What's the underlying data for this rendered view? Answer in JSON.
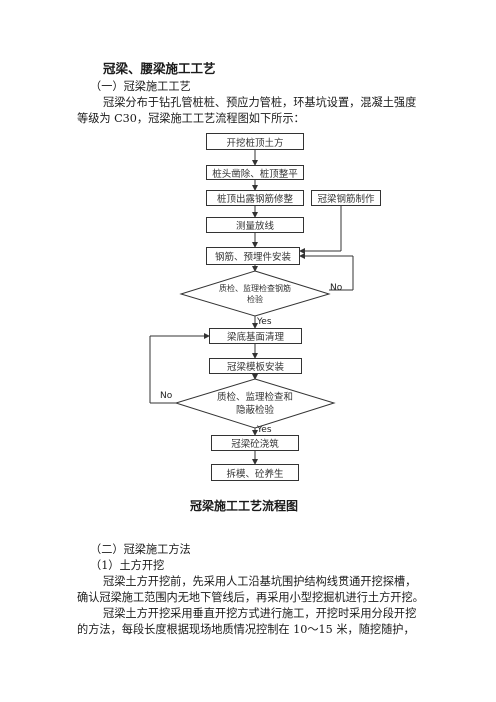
{
  "doc": {
    "heading": "冠梁、腰梁施工工艺",
    "sub1": "（一）冠梁施工工艺",
    "intro_l1": "冠梁分布于钻孔管桩桩、预应力管桩，环基坑设置，混凝土强度",
    "intro_l2": "等级为 C30，冠梁施工工艺流程图如下所示：",
    "caption": "冠梁施工工艺流程图",
    "sub2": "（二）冠梁施工方法",
    "sub2_1": "（1）土方开挖",
    "p1_l1": "冠梁土方开挖前，先采用人工沿基坑围护结构线贯通开挖探槽，",
    "p1_l2": "确认冠梁施工范围内无地下管线后，再采用小型挖掘机进行土方开挖。",
    "p2_l1": "冠梁土方开挖采用垂直开挖方式进行施工，开挖时采用分段开挖",
    "p2_l2": "的方法，每段长度根据现场地质情况控制在 10～15 米，随挖随护，"
  },
  "flow": {
    "s1": "开挖桩顶土方",
    "s2": "桩头凿除、桩顶整平",
    "s3": "桩顶出露钢筋修整",
    "s3b": "冠梁钢筋制作",
    "s4": "测量放线",
    "s5": "钢筋、预埋件安装",
    "d1_l1": "质检、监理检查钢筋",
    "d1_l2": "检验",
    "s6": "梁底基面清理",
    "s7": "冠梁模板安装",
    "d2_l1": "质检、监理检查和",
    "d2_l2": "隐蔽检验",
    "s8": "冠梁砼浇筑",
    "s9": "拆模、砼养生",
    "yes1": "Yes",
    "no1": "No",
    "yes2": "Yes",
    "no2": "No"
  }
}
